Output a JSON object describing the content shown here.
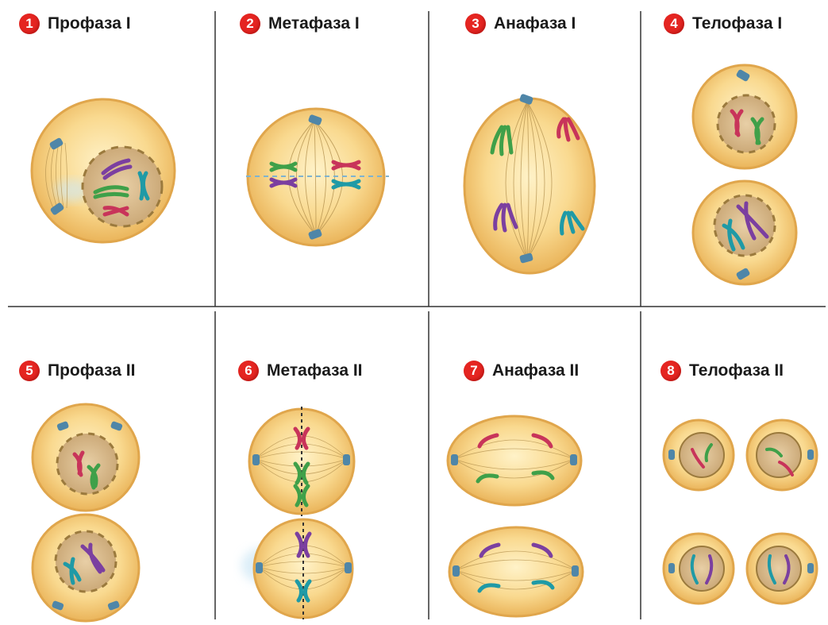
{
  "colors": {
    "badge": "#e52521",
    "cell_fill": "#f8d98e",
    "cell_edge": "#e0a64c",
    "nucleus": "#d9b98a",
    "nucleus_edge": "#9b7a3d",
    "centrosome": "#4f86a8",
    "spindle": "#b08d4a",
    "chromosome_purple": "#7b3fa0",
    "chromosome_green": "#3fa049",
    "chromosome_red": "#c8345a",
    "chromosome_teal": "#1f9aa6",
    "grid_lines": "#333333"
  },
  "phases": [
    {
      "number": "1",
      "label": "Профаза I",
      "icon": "prophase-i-cell"
    },
    {
      "number": "2",
      "label": "Метафаза I",
      "icon": "metaphase-i-cell"
    },
    {
      "number": "3",
      "label": "Анафаза I",
      "icon": "anaphase-i-cell"
    },
    {
      "number": "4",
      "label": "Телофаза I",
      "icon": "telophase-i-cells"
    },
    {
      "number": "5",
      "label": "Профаза II",
      "icon": "prophase-ii-cells"
    },
    {
      "number": "6",
      "label": "Метафаза II",
      "icon": "metaphase-ii-cells"
    },
    {
      "number": "7",
      "label": "Анафаза II",
      "icon": "anaphase-ii-cells"
    },
    {
      "number": "8",
      "label": "Телофаза II",
      "icon": "telophase-ii-cells"
    }
  ]
}
